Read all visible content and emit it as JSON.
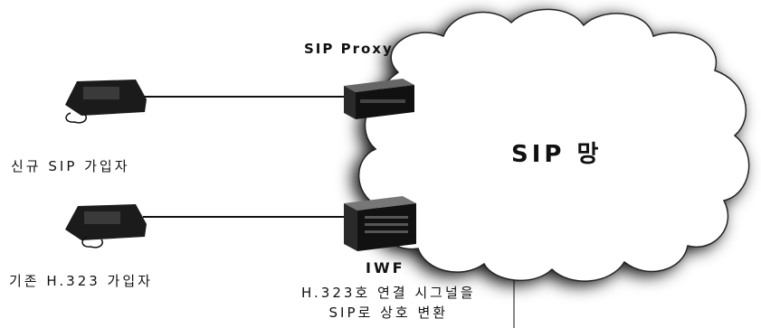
{
  "labels": {
    "sip_proxy": "SIP Proxy",
    "sip_network": "SIP 망",
    "new_subscriber": "신규 SIP 가입자",
    "legacy_subscriber": "기존 H.323 가입자",
    "iwf": "IWF",
    "iwf_description_line1": "H.323호 연결 시그널을",
    "iwf_description_line2": "SIP로 상호 변환"
  },
  "icons": {
    "phone": "telephone-icon",
    "proxy": "server-box-icon",
    "gateway": "gateway-box-icon",
    "network": "cloud-icon"
  },
  "colors": {
    "ink": "#111111",
    "cloud_fill": "#ffffff",
    "cloud_shadow": "#1a1a1a",
    "device_dark": "#1b1b1b"
  }
}
